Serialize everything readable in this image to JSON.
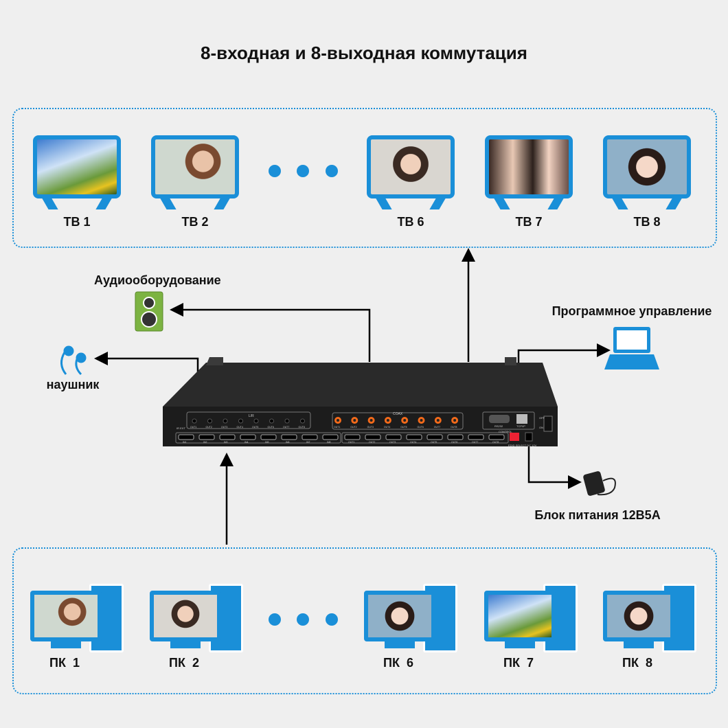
{
  "title": "8-входная и 8-выходная коммутация",
  "tvs": [
    {
      "label": "ТВ 1"
    },
    {
      "label": "ТВ 2"
    },
    {
      "label": "ТВ 6"
    },
    {
      "label": "ТВ 7"
    },
    {
      "label": "ТВ 8"
    }
  ],
  "pcs": [
    {
      "label": "ПК  1"
    },
    {
      "label": "ПК  2"
    },
    {
      "label": "ПК  6"
    },
    {
      "label": "ПК  7"
    },
    {
      "label": "ПК  8"
    }
  ],
  "audio_label": "Аудиооборудование",
  "headphone_label": "наушник",
  "software_label": "Программное управление",
  "power_label": "Блок питания 12В5А",
  "device": {
    "lr": "L/R",
    "coax": "COAX",
    "control": "CONTROL",
    "rs232": "RS232",
    "tcpip": "TCP/IP",
    "edid": "EDID SELECT DC 12V",
    "ir": "IR EXT",
    "off": "OFF",
    "on": "ON",
    "outs": [
      "OUT1",
      "OUT2",
      "OUT3",
      "OUT4",
      "OUT5",
      "OUT6",
      "OUT7",
      "OUT8"
    ],
    "ins": [
      "IN1",
      "IN2",
      "IN3",
      "IN4",
      "IN5",
      "IN6",
      "IN7",
      "IN8"
    ]
  },
  "colors": {
    "accent": "#1a8fd8",
    "speaker": "#7cb342"
  }
}
